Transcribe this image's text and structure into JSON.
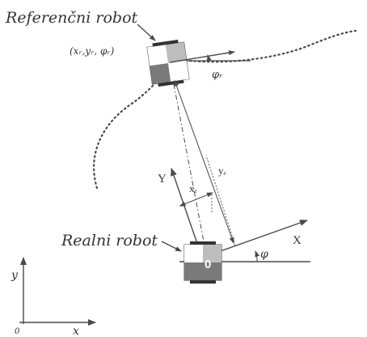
{
  "labels": {
    "reference_robot": "Referenčni robot",
    "reference_pose": "(xᵣ,yᵣ, φᵣ)",
    "reference_angle": "φᵣ",
    "real_robot": "Realni robot",
    "origin_mark": "0",
    "axis_X": "X",
    "axis_Y": "Y",
    "error_x": "xₑ",
    "error_y": "yₑ",
    "real_angle": "φ",
    "world_y": "y",
    "world_x": "x",
    "world_origin": "0"
  },
  "colors": {
    "lines": "#4a4a4a",
    "wheel": "#333333",
    "quadrant_dark": "#7a7a7a",
    "quadrant_light": "#bdbdbd",
    "body_white": "#ffffff"
  }
}
